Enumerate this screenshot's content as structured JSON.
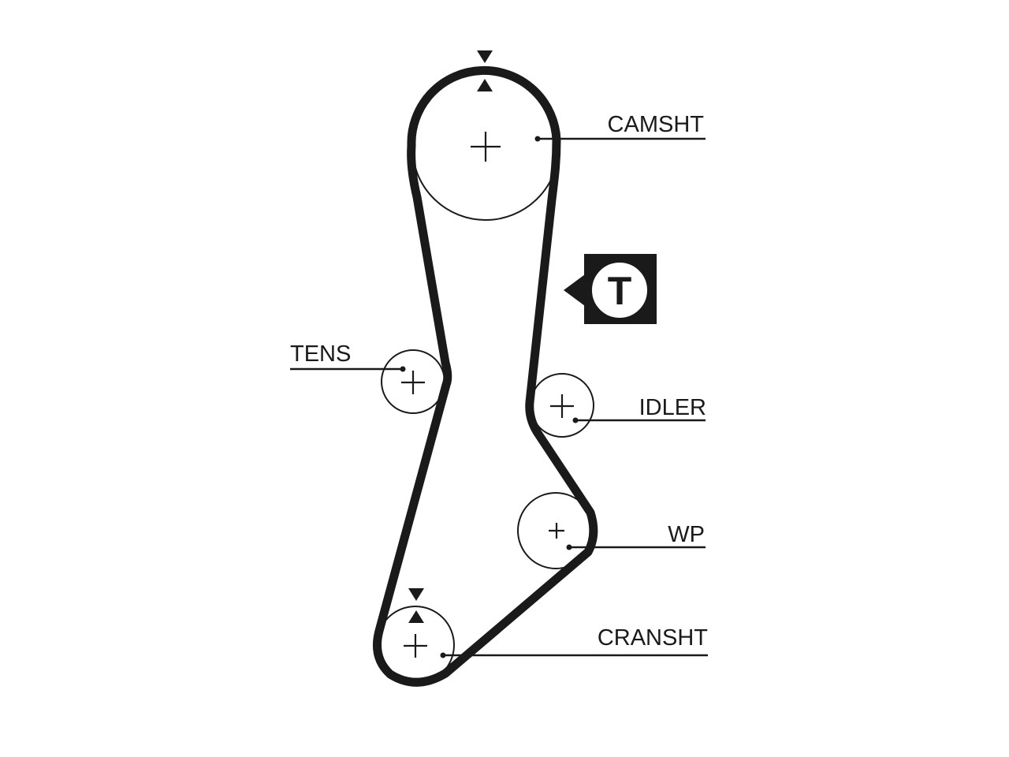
{
  "components": {
    "camshaft": {
      "label": "CAMSHT",
      "icon": "timing-mark-icon"
    },
    "tensioner": {
      "label": "TENS"
    },
    "idler": {
      "label": "IDLER"
    },
    "water_pump": {
      "label": "WP"
    },
    "crankshaft": {
      "label": "CRANSHT",
      "icon": "timing-mark-icon"
    }
  },
  "tension_badge": {
    "letter": "T",
    "icon": "tension-point-icon"
  },
  "colors": {
    "ink": "#1a1a1a",
    "background": "#ffffff"
  }
}
